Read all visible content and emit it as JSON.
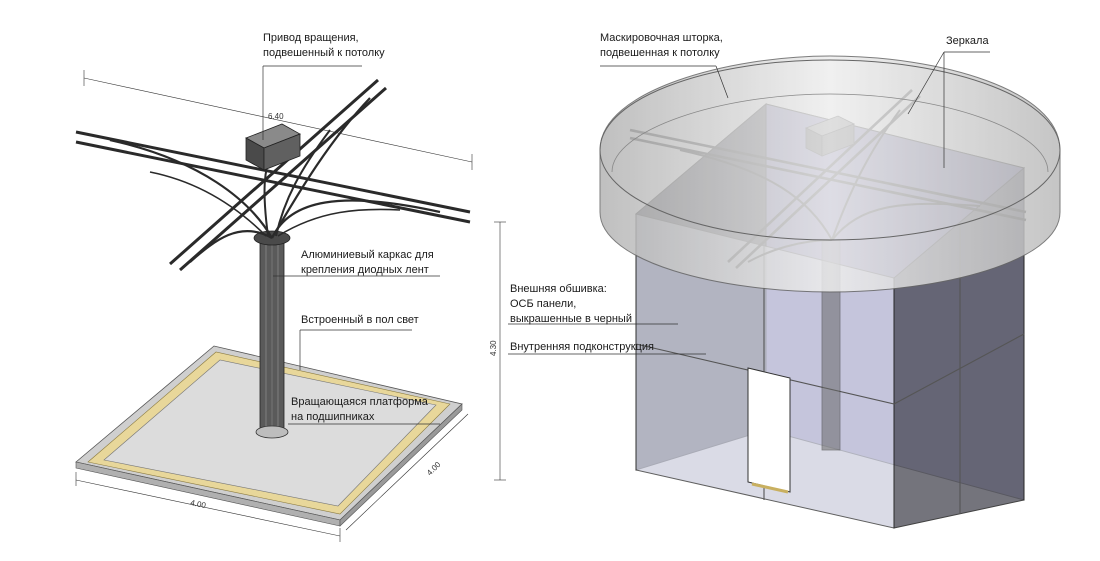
{
  "labels": {
    "drive": [
      "Привод вращения,",
      "подвешенный к потолку"
    ],
    "frame": [
      "Алюминиевый каркас для",
      "крепления диодных лент"
    ],
    "floor_light": [
      "Встроенный в пол свет"
    ],
    "platform": [
      "Вращающаяся платформа",
      "на подшипниках"
    ],
    "curtain": [
      "Маскировочная шторка,",
      "подвешенная к потолку"
    ],
    "mirrors": [
      "Зеркала"
    ],
    "cladding": [
      "Внешняя обшивка:",
      "ОСБ панели,",
      "выкрашенные в черный"
    ],
    "substructure": [
      "Внутренняя подконструкция"
    ]
  },
  "dimensions": {
    "top_span": "6.40",
    "height": "4.30",
    "width": "4.00",
    "depth": "4.00"
  },
  "colors": {
    "line": "#2a2a2a",
    "frame_dark": "#3a3a3a",
    "wood": "#e8d79a",
    "platform": "#d9d9d9",
    "mirror": "#8c86c6",
    "glass": "#c9cbe0",
    "curtain": "#c8c8c8"
  }
}
